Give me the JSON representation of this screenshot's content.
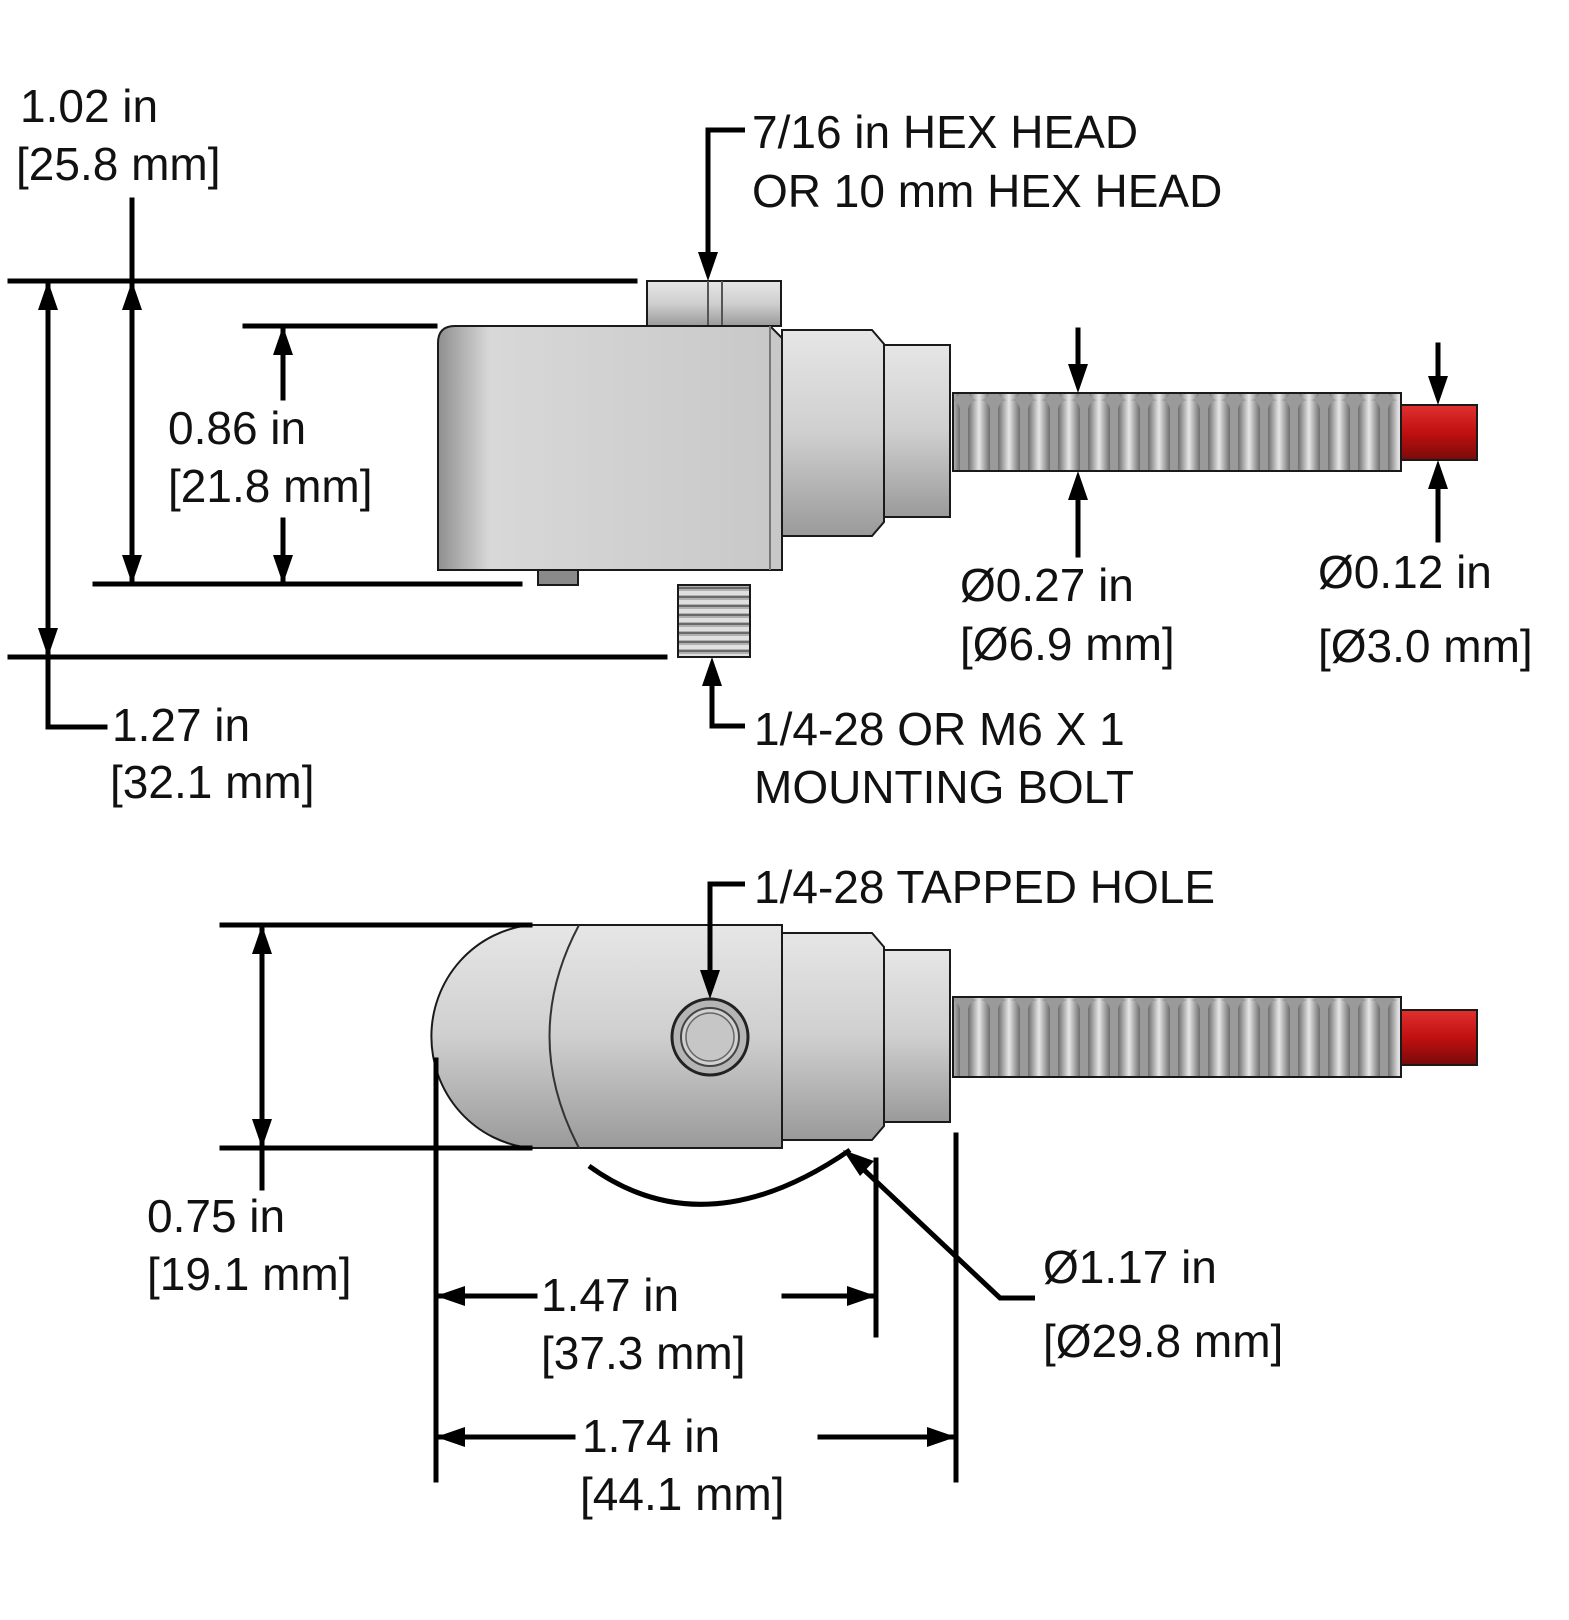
{
  "labels": {
    "hex_head_1": "7/16 in HEX HEAD",
    "hex_head_2": "OR 10 mm HEX HEAD",
    "total_height_in": "1.02 in",
    "total_height_mm": "[25.8 mm]",
    "body_height_in": "0.86 in",
    "body_height_mm": "[21.8 mm]",
    "overall_height_in": "1.27 in",
    "overall_height_mm": "[32.1 mm]",
    "mounting_bolt_1": "1/4-28 OR M6 X 1",
    "mounting_bolt_2": "MOUNTING BOLT",
    "armor_dia_in": "Ø0.27 in",
    "armor_dia_mm": "[Ø6.9 mm]",
    "cable_dia_in": "Ø0.12 in",
    "cable_dia_mm": "[Ø3.0 mm]",
    "tapped_hole": "1/4-28 TAPPED HOLE",
    "width_in": "0.75 in",
    "width_mm": "[19.1 mm]",
    "swing_dia_in": "Ø1.17 in",
    "swing_dia_mm": "[Ø29.8 mm]",
    "length_short_in": "1.47 in",
    "length_short_mm": "[37.3 mm]",
    "length_long_in": "1.74 in",
    "length_long_mm": "[44.1 mm]"
  },
  "colors": {
    "body_gray": "#c8c8c8",
    "dark_gray": "#8a8a8a",
    "cable_red": "#c01010"
  }
}
